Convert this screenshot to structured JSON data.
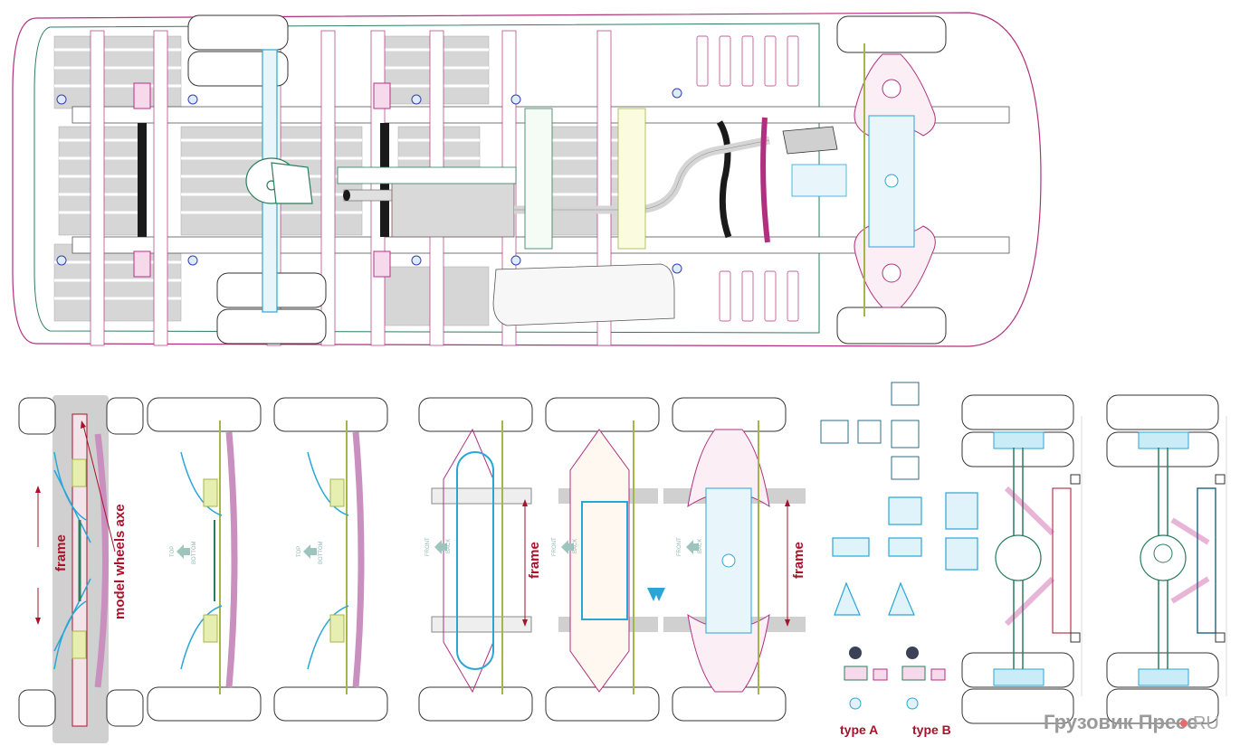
{
  "figure": {
    "title": "Vehicle chassis underside schematic with suspension variants",
    "colors": {
      "body_outline": "#b0307f",
      "frame_green": "#2c7d5e",
      "suspension_blue": "#2aa6d6",
      "arm_magenta": "#b92d8a",
      "tie_rod_yellow": "#a6b54a",
      "exhaust_gray": "#d9d9d9",
      "label_red": "#a8122a",
      "arrow_gray": "#9ec5bd"
    }
  },
  "labels": {
    "frame_left": "frame",
    "model_wheels_axe": "model wheels axe",
    "frame_middle": "frame",
    "frame_right": "frame",
    "type_a": "type A",
    "type_b": "type B"
  },
  "orientation_marks": {
    "top": "TOP",
    "bottom": "BOTTOM",
    "front": "FRONT",
    "back": "BACK"
  },
  "watermark": {
    "brand": "Грузовик Пресс",
    "domain": "RU"
  }
}
